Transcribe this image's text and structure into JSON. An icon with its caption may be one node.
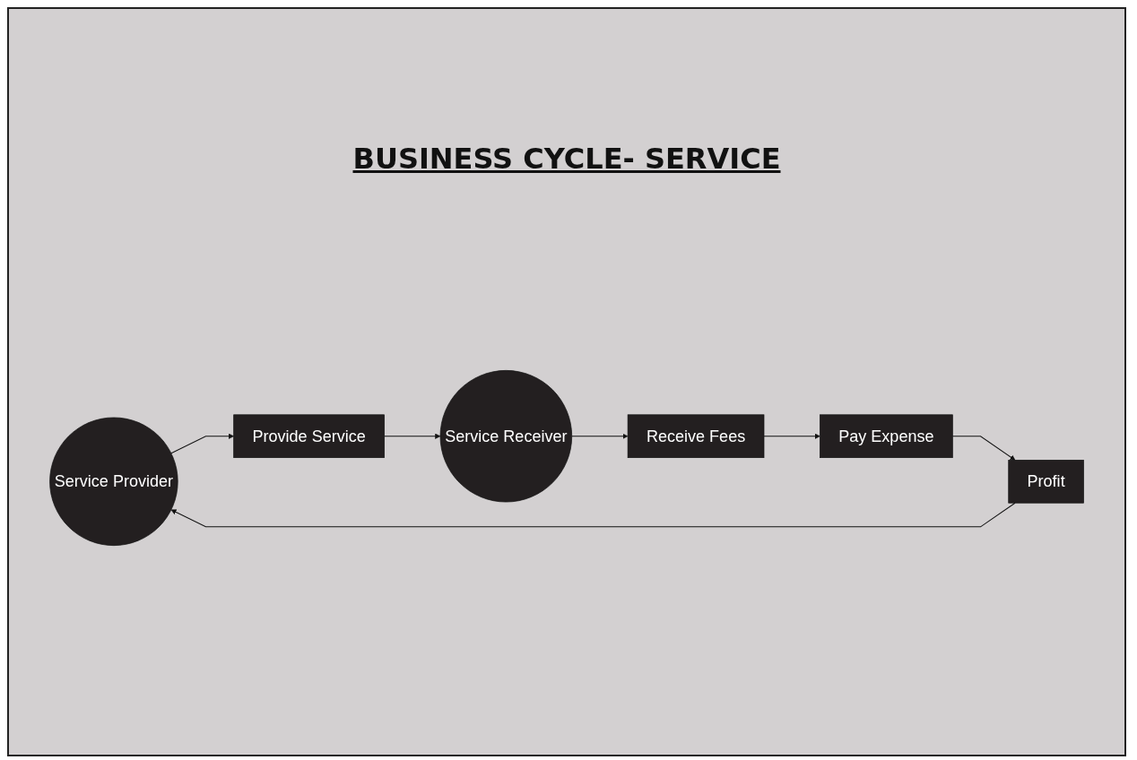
{
  "diagram": {
    "title": "BUSINESS CYCLE- SERVICE",
    "nodes": [
      {
        "text": [
          "Service Provider"
        ]
      },
      {
        "text": [
          "Provide Service"
        ]
      },
      {
        "text": [
          "Service Receiver"
        ]
      },
      {
        "text": [
          "Receive Fees"
        ]
      },
      {
        "text": [
          "Pay Expense"
        ]
      },
      {
        "text": [
          "Profit"
        ]
      }
    ],
    "edges": [
      {
        "from": 0,
        "to": 1,
        "arrow": "to"
      },
      {
        "from": 1,
        "to": 2,
        "arrow": "to"
      },
      {
        "from": 2,
        "to": 3,
        "arrow": "to"
      },
      {
        "from": 3,
        "to": 4,
        "arrow": "to"
      },
      {
        "from": 4,
        "to": 5,
        "arrow": "to"
      },
      {
        "from": 5,
        "to": 0,
        "arrow": "to"
      }
    ]
  }
}
